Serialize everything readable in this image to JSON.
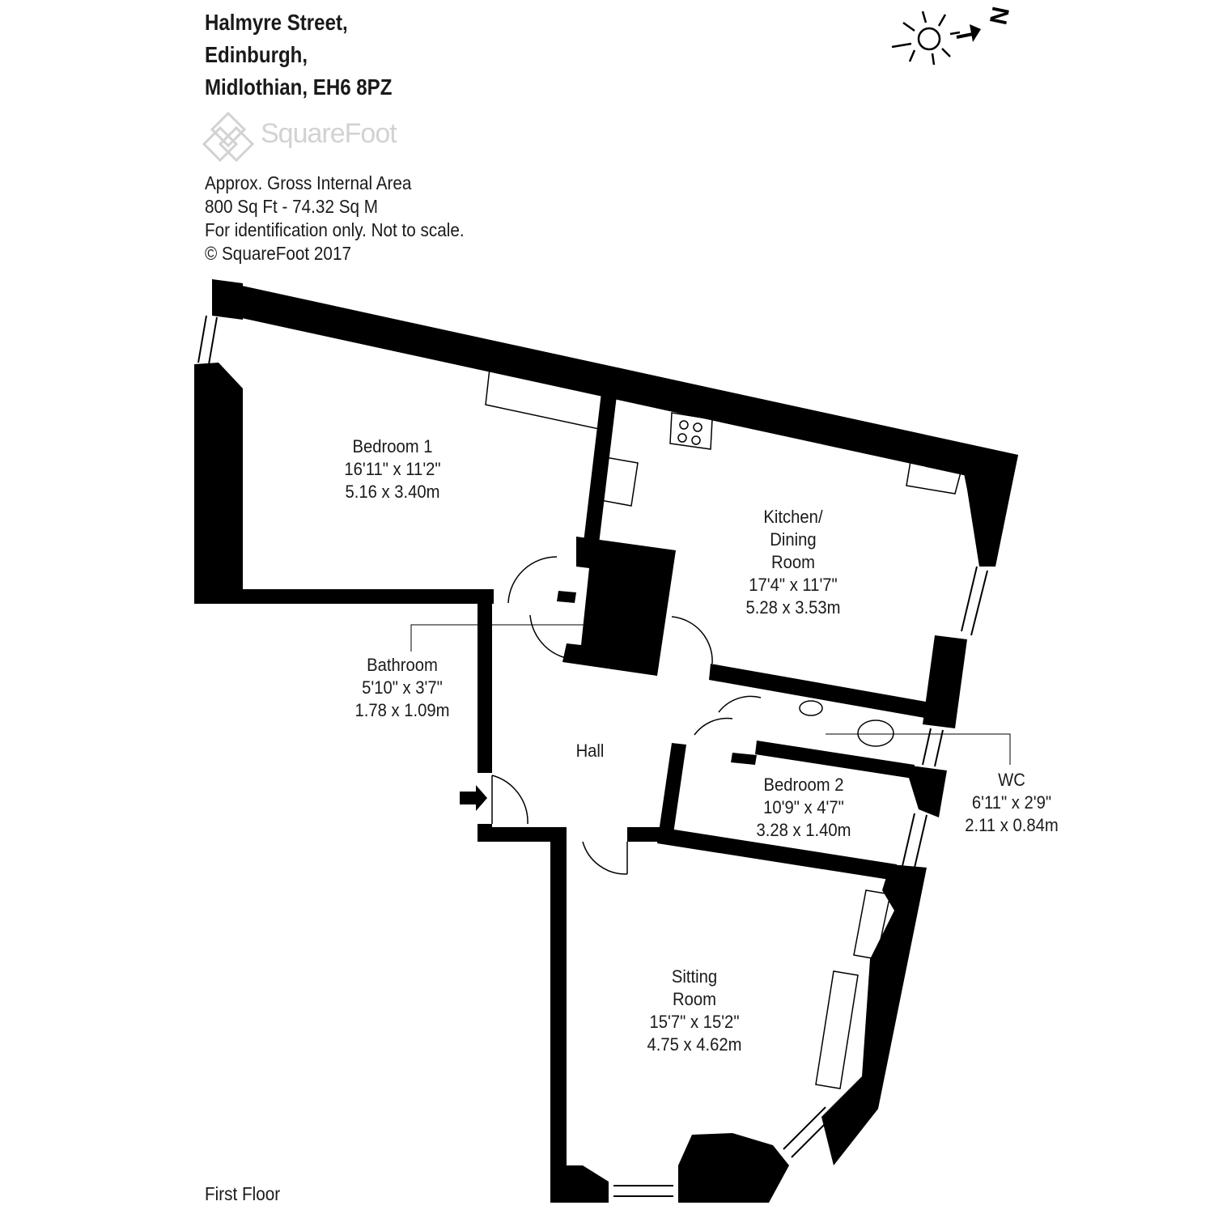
{
  "address": {
    "line1": "Halmyre Street,",
    "line2": "Edinburgh,",
    "line3": "Midlothian, EH6 8PZ"
  },
  "logo": {
    "text": "SquareFoot",
    "icon": "squarefoot-logo-icon"
  },
  "info": {
    "line1": "Approx. Gross Internal Area",
    "line2": "800 Sq Ft  -  74.32 Sq M",
    "line3": "For identification only. Not to scale.",
    "line4": "© SquareFoot 2017"
  },
  "compass": {
    "north_label": "N",
    "icon": "sun-compass-icon"
  },
  "rooms": {
    "bedroom1": {
      "name": "Bedroom 1",
      "imperial": "16'11\" x 11'2\"",
      "metric": "5.16 x 3.40m"
    },
    "kitchen": {
      "name_line1": "Kitchen/",
      "name_line2": "Dining",
      "name_line3": "Room",
      "imperial": "17'4\" x 11'7\"",
      "metric": "5.28 x 3.53m"
    },
    "bathroom": {
      "name": "Bathroom",
      "imperial": "5'10\" x 3'7\"",
      "metric": "1.78 x 1.09m"
    },
    "hall": {
      "name": "Hall"
    },
    "bedroom2": {
      "name": "Bedroom 2",
      "imperial": "10'9\" x 4'7\"",
      "metric": "3.28 x 1.40m"
    },
    "wc": {
      "name": "WC",
      "imperial": "6'11\" x 2'9\"",
      "metric": "2.11 x 0.84m"
    },
    "sitting": {
      "name_line1": "Sitting",
      "name_line2": "Room",
      "imperial": "15'7\" x 15'2\"",
      "metric": "4.75 x 4.62m"
    }
  },
  "floor": {
    "label": "First Floor"
  },
  "colors": {
    "wall": "#000000",
    "logo": "#d2d2d2",
    "text": "#1a1a1a",
    "background": "#ffffff"
  }
}
